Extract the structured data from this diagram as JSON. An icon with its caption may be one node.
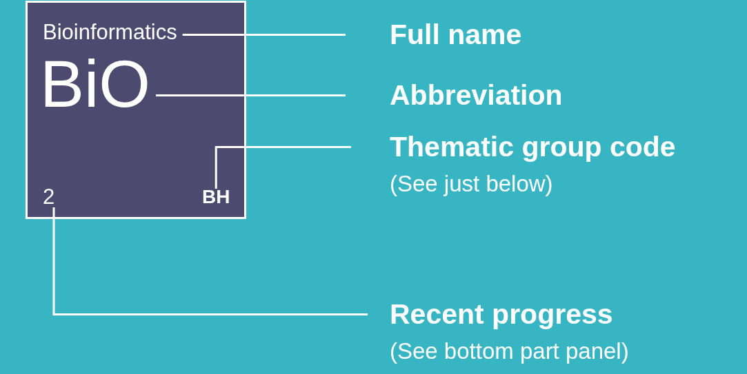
{
  "diagram": {
    "nodes": [
      {
        "text": [],
        "shape": "box"
      },
      {
        "text": [
          "Bioinformatics"
        ],
        "in": 0
      },
      {
        "text": [
          "BiO"
        ],
        "in": 0
      },
      {
        "text": [
          "BH"
        ],
        "in": 0
      },
      {
        "text": [
          "2"
        ],
        "in": 0
      },
      {
        "text": [
          "Full name"
        ]
      },
      {
        "text": [
          "Abbreviation"
        ]
      },
      {
        "text": [
          "Thematic group code",
          "(See just below)"
        ]
      },
      {
        "text": [
          "Recent progress",
          "(See bottom part panel)"
        ]
      }
    ],
    "edges": [
      {
        "from": 1,
        "to": 5,
        "arrow": "none"
      },
      {
        "from": 2,
        "to": 6,
        "arrow": "none"
      },
      {
        "from": 3,
        "to": 7,
        "arrow": "none"
      },
      {
        "from": 4,
        "to": 8,
        "arrow": "none"
      }
    ]
  }
}
